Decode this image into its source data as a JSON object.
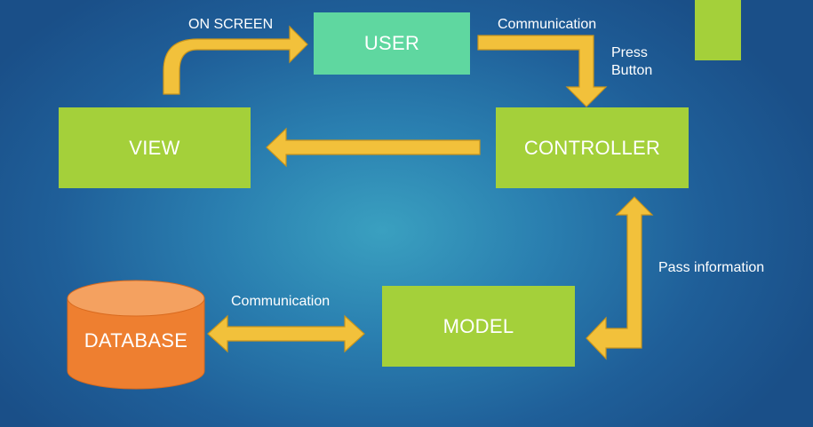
{
  "nodes": {
    "user": "USER",
    "view": "VIEW",
    "controller": "CONTROLLER",
    "model": "MODEL",
    "database": "DATABASE"
  },
  "edges": {
    "on_screen": "ON SCREEN",
    "user_communication": "Communication",
    "press_button_line1": "Press",
    "press_button_line2": "Button",
    "pass_information": "Pass information",
    "db_communication": "Communication"
  },
  "colors": {
    "box_green": "#a4d03a",
    "user_box": "#5fd7a0",
    "arrow": "#f2c13b",
    "arrow_stroke": "#c9951c",
    "database": "#f28a3c"
  }
}
